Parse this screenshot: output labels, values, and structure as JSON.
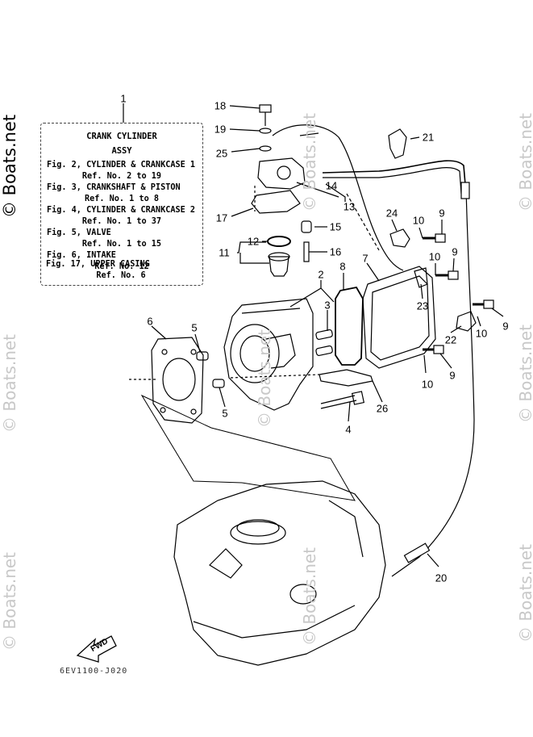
{
  "watermark": {
    "text": "© Boats.net",
    "color": "#c8c8c8"
  },
  "legend": {
    "title_line1": "CRANK CYLINDER",
    "title_line2": "ASSY",
    "entries": [
      {
        "fig": "Fig. 2, CYLINDER & CRANKCASE 1",
        "ref": "Ref. No. 2 to 19"
      },
      {
        "fig": "Fig. 3, CRANKSHAFT & PISTON",
        "ref": "Ref. No. 1 to 8"
      },
      {
        "fig": "Fig. 4, CYLINDER & CRANKCASE 2",
        "ref": "Ref. No. 1 to 37"
      },
      {
        "fig": "Fig. 5, VALVE",
        "ref": "Ref. No. 1 to 15"
      },
      {
        "fig": "Fig. 6, INTAKE",
        "ref": "Ref. No. 12"
      },
      {
        "fig": "Fig. 17, UPPER CASING",
        "ref": "Ref. No. 6"
      }
    ]
  },
  "callouts": {
    "n1": "1",
    "n2": "2",
    "n3": "3",
    "n4": "4",
    "n5a": "5",
    "n5b": "5",
    "n6": "6",
    "n7": "7",
    "n8": "8",
    "n9a": "9",
    "n9b": "9",
    "n9c": "9",
    "n9d": "9",
    "n10a": "10",
    "n10b": "10",
    "n10c": "10",
    "n10d": "10",
    "n11": "11",
    "n12": "12",
    "n13": "13",
    "n14": "14",
    "n15": "15",
    "n16": "16",
    "n17": "17",
    "n18": "18",
    "n19": "19",
    "n20": "20",
    "n21": "21",
    "n22": "22",
    "n23": "23",
    "n24": "24",
    "n25": "25",
    "n26": "26"
  },
  "fwd_label": "FWD",
  "diagram_code": "6EV1100-J020"
}
